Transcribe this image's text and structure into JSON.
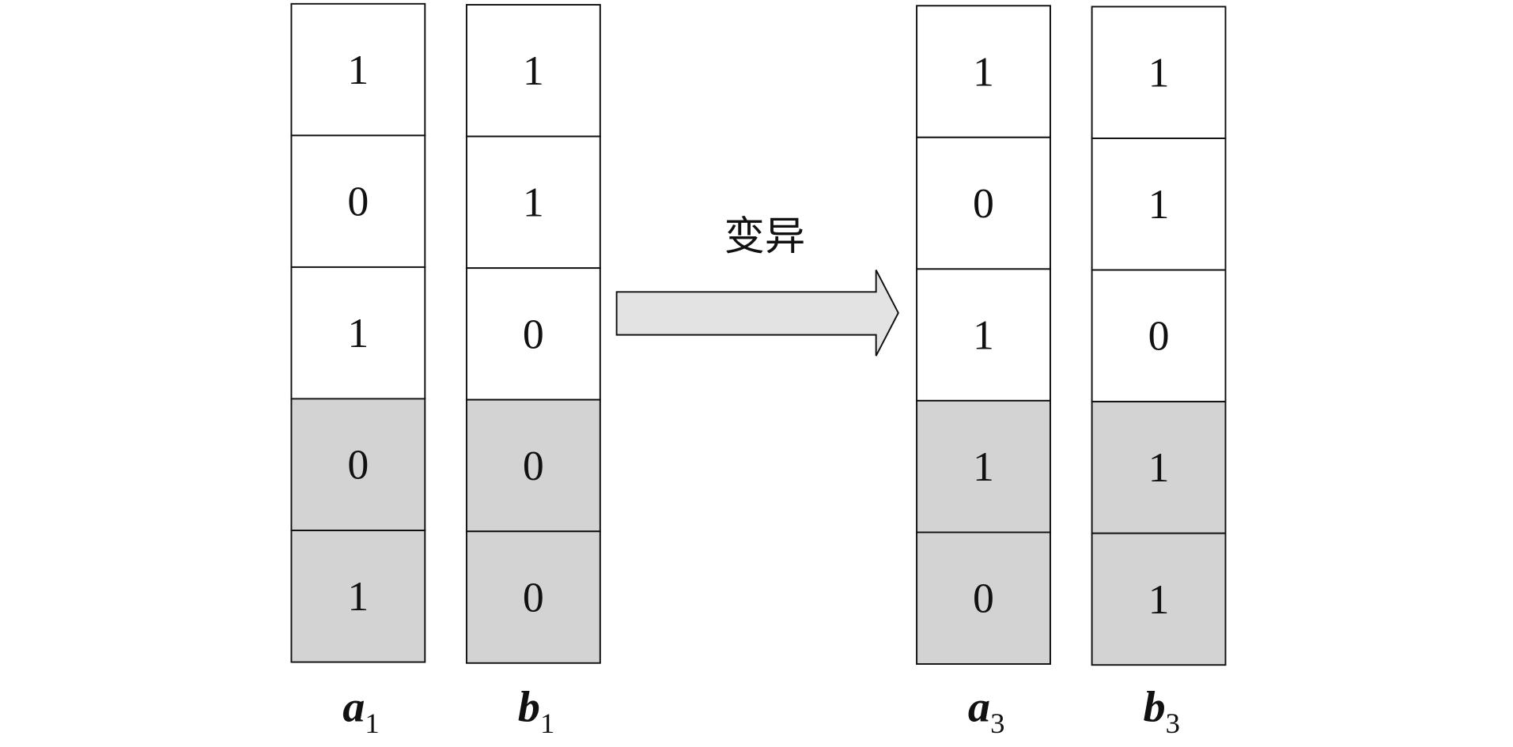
{
  "operation_label": "变异",
  "colors": {
    "plain": "#ffffff",
    "highlight": "#d3d3d3",
    "arrow_fill": "#e3e3e3"
  },
  "columns": [
    {
      "name": "a",
      "sub": "1",
      "bits": [
        "1",
        "0",
        "1",
        "0",
        "1"
      ],
      "highlighted": [
        false,
        false,
        false,
        true,
        true
      ]
    },
    {
      "name": "b",
      "sub": "1",
      "bits": [
        "1",
        "1",
        "0",
        "0",
        "0"
      ],
      "highlighted": [
        false,
        false,
        false,
        true,
        true
      ]
    },
    {
      "name": "a",
      "sub": "3",
      "bits": [
        "1",
        "0",
        "1",
        "1",
        "0"
      ],
      "highlighted": [
        false,
        false,
        false,
        true,
        true
      ]
    },
    {
      "name": "b",
      "sub": "3",
      "bits": [
        "1",
        "1",
        "0",
        "1",
        "1"
      ],
      "highlighted": [
        false,
        false,
        false,
        true,
        true
      ]
    }
  ]
}
